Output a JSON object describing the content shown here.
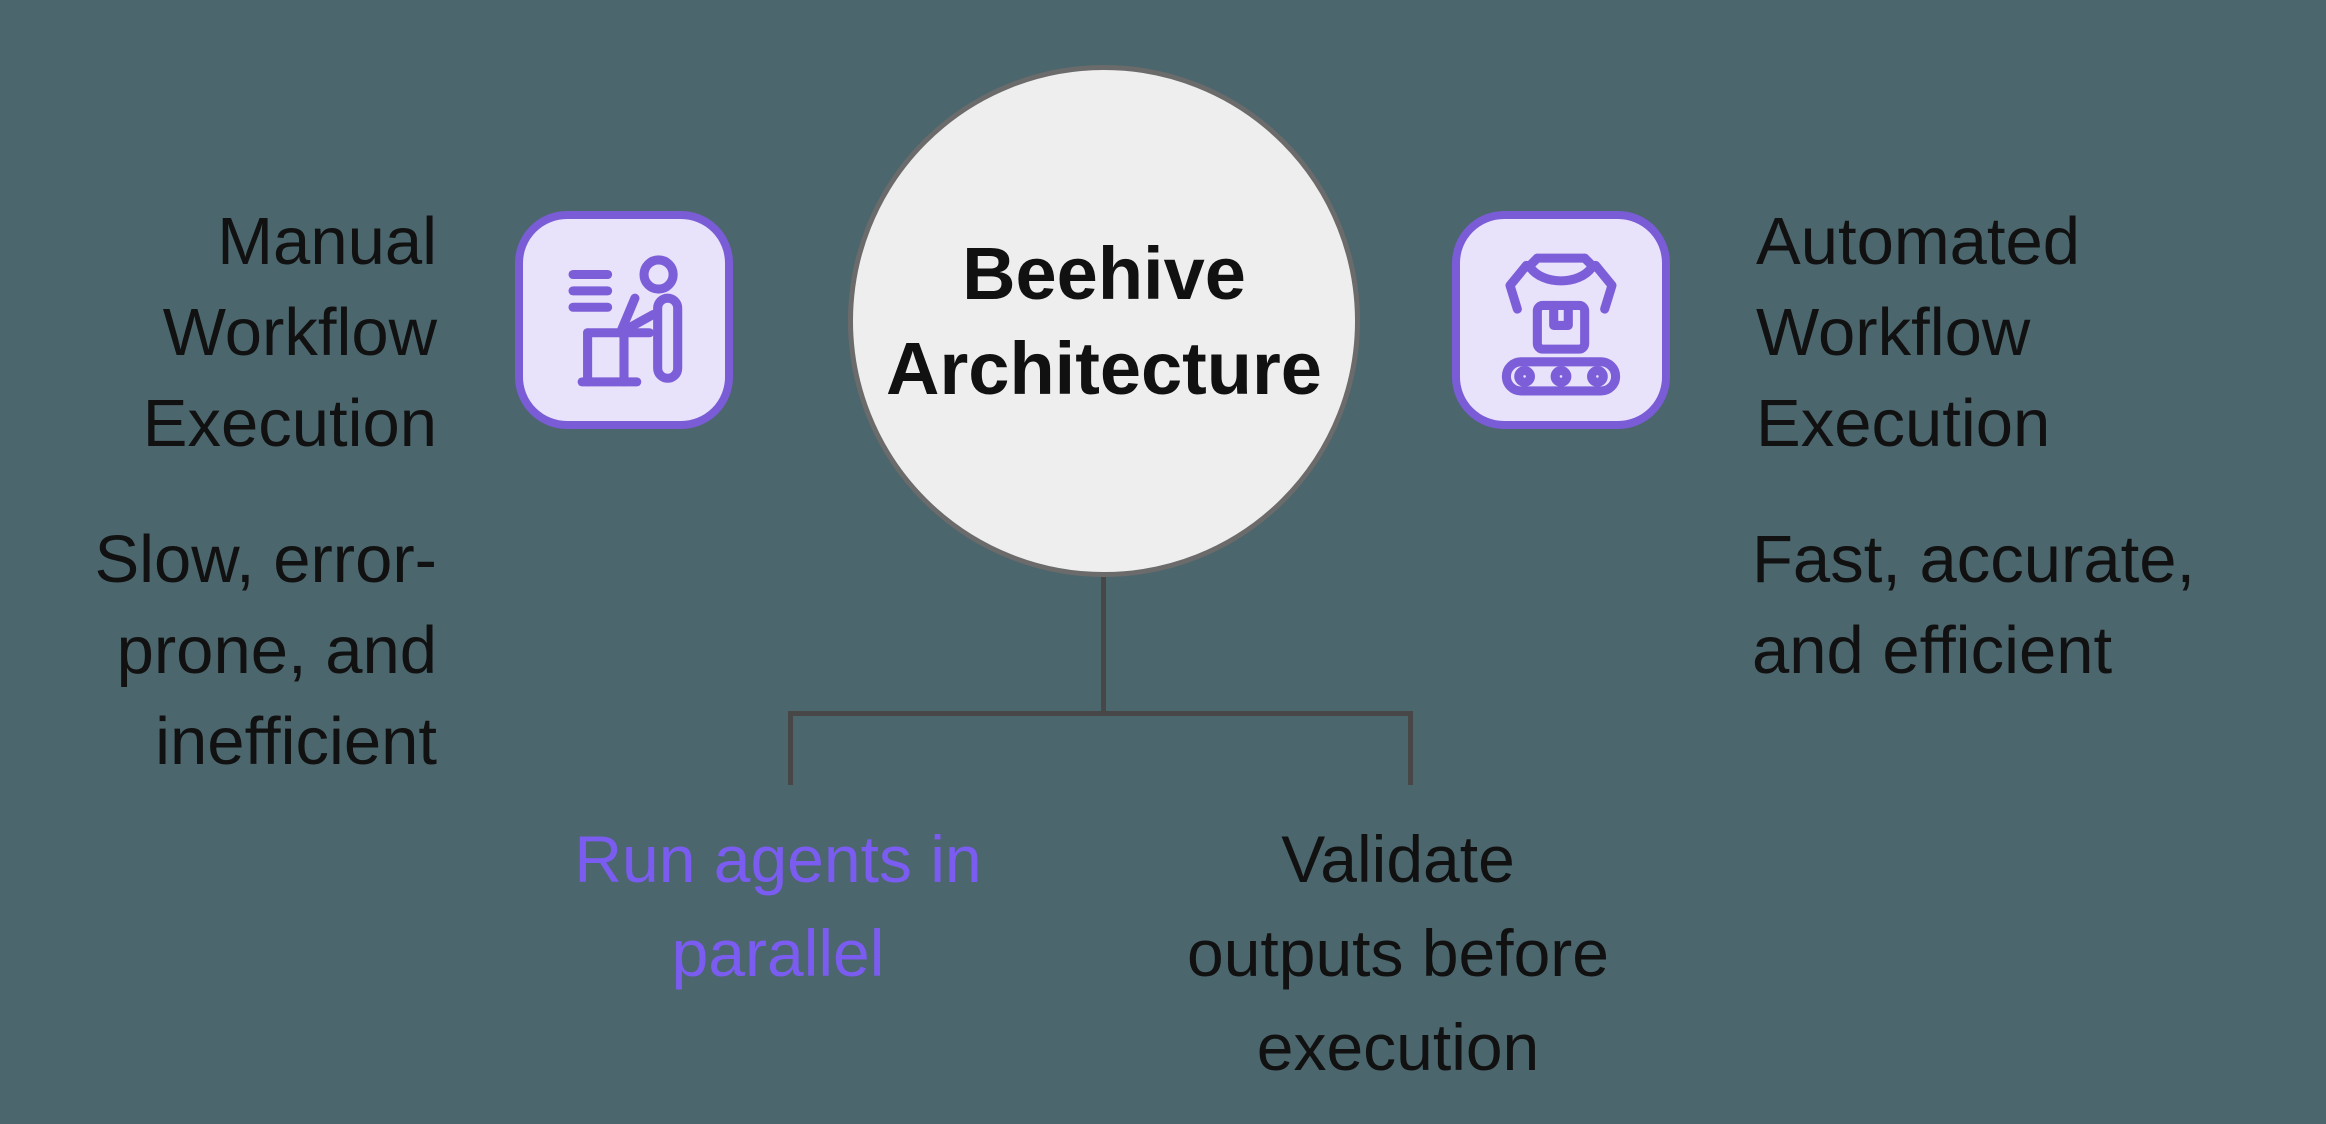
{
  "diagram_title": "Beehive Architecture",
  "colors": {
    "background": "#4B666D",
    "text_dark": "#111111",
    "text_purple": "#7B5CF0",
    "connector_line": "#474747",
    "center_circle_fill": "#EEEEEE",
    "center_circle_border": "#6B6B6B",
    "icon_card_fill": "#E9E2FB",
    "icon_card_border": "#7A5CD6",
    "icon_glyph_stroke": "#7C5FD8"
  },
  "center_node": {
    "label_lines": [
      "Beehive",
      "Architecture"
    ]
  },
  "left_side": {
    "icon": "person-at-desk-icon",
    "heading_lines": [
      "Manual",
      "Workflow",
      "Execution"
    ],
    "subtext_lines": [
      "Slow, error-",
      "prone, and",
      "inefficient"
    ]
  },
  "right_side": {
    "icon": "robot-arm-conveyor-icon",
    "heading_lines": [
      "Automated",
      "Workflow",
      "Execution"
    ],
    "subtext_lines": [
      "Fast, accurate,",
      "and efficient"
    ]
  },
  "branches": {
    "parallel": {
      "label_lines": [
        "Run agents in",
        "parallel"
      ],
      "color": "#7B5CF0"
    },
    "validate": {
      "label_lines": [
        "Validate",
        "outputs before",
        "execution"
      ],
      "color": "#111111"
    }
  }
}
